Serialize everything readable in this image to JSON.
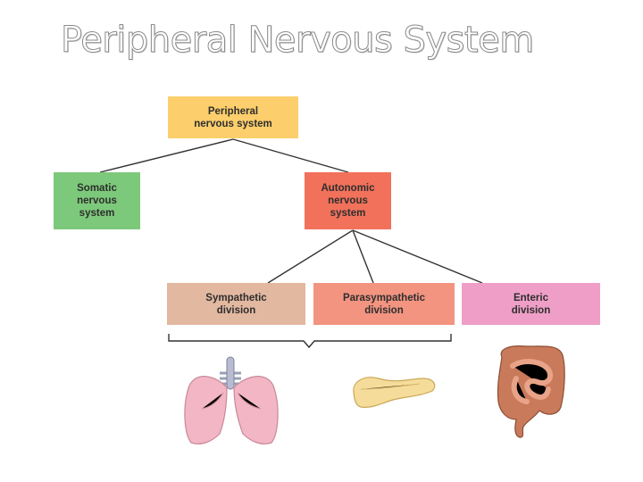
{
  "slide": {
    "title": "Peripheral Nervous System"
  },
  "nodes": {
    "pns": "Peripheral\nnervous system",
    "somatic": "Somatic\nnervous\nsystem",
    "autonomic": "Autonomic\nnervous\nsystem",
    "sympathetic": "Sympathetic\ndivision",
    "parasympathetic": "Parasympathetic\ndivision",
    "enteric": "Enteric\ndivision"
  },
  "illustrations": [
    "lungs-icon",
    "pancreas-icon",
    "intestine-icon"
  ],
  "colors": {
    "pns": "#fcce6c",
    "somatic": "#7dc97b",
    "autonomic": "#f1715b",
    "sympathetic": "#e2b8a0",
    "parasympathetic": "#f29480",
    "enteric": "#ef9fc7"
  }
}
